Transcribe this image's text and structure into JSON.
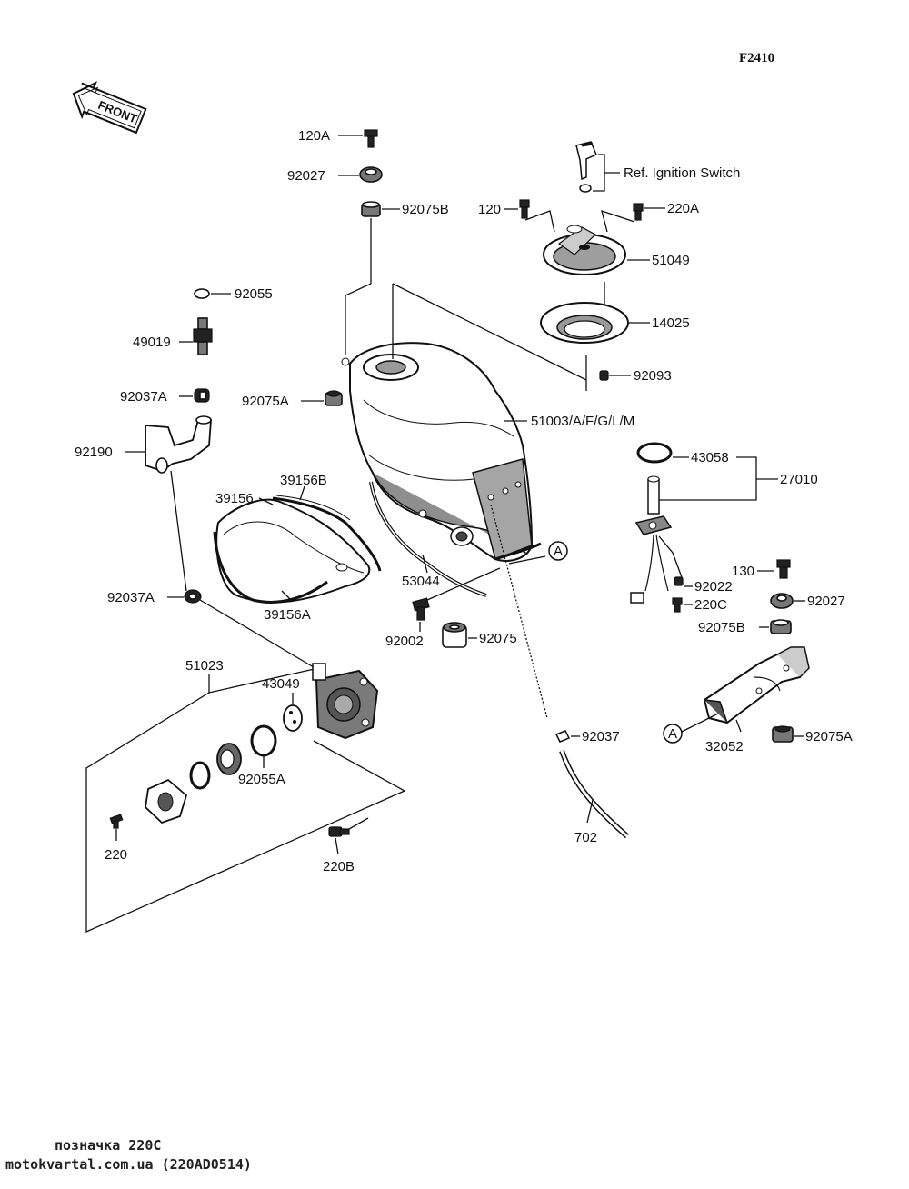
{
  "figure_code": "F2410",
  "front_label": "FRONT",
  "circle_marker": "A",
  "labels": {
    "l_120A": "120A",
    "l_92027_top": "92027",
    "l_92075B_top": "92075B",
    "l_92055": "92055",
    "l_49019": "49019",
    "l_92037A_top": "92037A",
    "l_92075A_left": "92075A",
    "l_92190": "92190",
    "l_39156": "39156",
    "l_39156B": "39156B",
    "l_39156A": "39156A",
    "l_92037A_mid": "92037A",
    "l_51023": "51023",
    "l_43049": "43049",
    "l_92055A": "92055A",
    "l_220": "220",
    "l_220B": "220B",
    "l_53044": "53044",
    "l_92002": "92002",
    "l_92075": "92075",
    "l_92037": "92037",
    "l_702": "702",
    "l_ign": "Ref. Ignition Switch",
    "l_120": "120",
    "l_220A": "220A",
    "l_51049": "51049",
    "l_14025": "14025",
    "l_92093": "92093",
    "l_51003": "51003/A/F/G/L/M",
    "l_43058": "43058",
    "l_27010": "27010",
    "l_130": "130",
    "l_92022": "92022",
    "l_220C": "220C",
    "l_92027_right": "92027",
    "l_92075B_right": "92075B",
    "l_32052": "32052",
    "l_92075A_right": "92075A"
  },
  "footer": {
    "line1": "позначка 220C",
    "line2": "motokvartal.com.ua (220AD0514)"
  }
}
